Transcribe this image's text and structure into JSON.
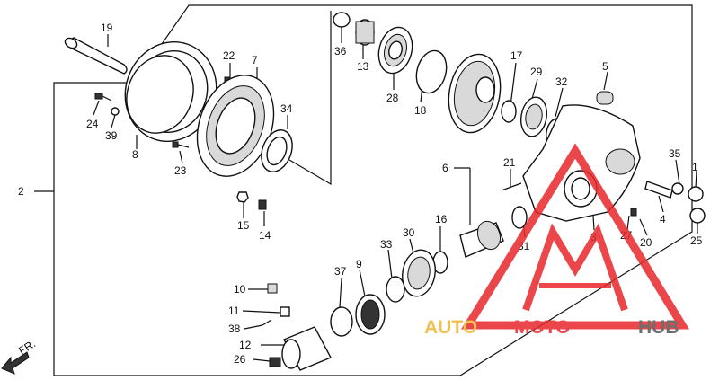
{
  "diagram": {
    "callouts": [
      {
        "id": "c1",
        "text": "1"
      },
      {
        "id": "c2",
        "text": "2"
      },
      {
        "id": "c3",
        "text": "3"
      },
      {
        "id": "c4",
        "text": "4"
      },
      {
        "id": "c5",
        "text": "5"
      },
      {
        "id": "c6",
        "text": "6"
      },
      {
        "id": "c7",
        "text": "7"
      },
      {
        "id": "c8",
        "text": "8"
      },
      {
        "id": "c9",
        "text": "9"
      },
      {
        "id": "c10",
        "text": "10"
      },
      {
        "id": "c11",
        "text": "11"
      },
      {
        "id": "c12",
        "text": "12"
      },
      {
        "id": "c13",
        "text": "13"
      },
      {
        "id": "c14",
        "text": "14"
      },
      {
        "id": "c15",
        "text": "15"
      },
      {
        "id": "c16",
        "text": "16"
      },
      {
        "id": "c17",
        "text": "17"
      },
      {
        "id": "c18",
        "text": "18"
      },
      {
        "id": "c19",
        "text": "19"
      },
      {
        "id": "c20",
        "text": "20"
      },
      {
        "id": "c21",
        "text": "21"
      },
      {
        "id": "c22",
        "text": "22"
      },
      {
        "id": "c23",
        "text": "23"
      },
      {
        "id": "c24",
        "text": "24"
      },
      {
        "id": "c25",
        "text": "25"
      },
      {
        "id": "c26",
        "text": "26"
      },
      {
        "id": "c27",
        "text": "27"
      },
      {
        "id": "c28",
        "text": "28"
      },
      {
        "id": "c29",
        "text": "29"
      },
      {
        "id": "c30",
        "text": "30"
      },
      {
        "id": "c31",
        "text": "31"
      },
      {
        "id": "c32",
        "text": "32"
      },
      {
        "id": "c33",
        "text": "33"
      },
      {
        "id": "c34",
        "text": "34"
      },
      {
        "id": "c35",
        "text": "35"
      },
      {
        "id": "c36",
        "text": "36"
      },
      {
        "id": "c37",
        "text": "37"
      },
      {
        "id": "c38",
        "text": "38"
      },
      {
        "id": "c39",
        "text": "39"
      }
    ],
    "front_label": "FR.",
    "watermark": {
      "part1": "AUTO",
      "part2": "MOTO",
      "part3": "HUB",
      "colors": {
        "logo": "#e8282c",
        "auto": "#f2b733",
        "moto": "#e8282c",
        "hub": "#555555"
      }
    }
  }
}
